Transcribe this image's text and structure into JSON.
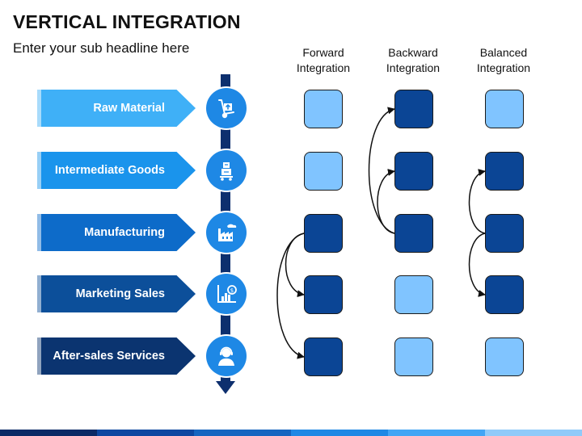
{
  "title": "VERTICAL INTEGRATION",
  "subtitle": "Enter your sub headline here",
  "colors": {
    "light_box": "#80c4ff",
    "dark_box": "#0b4595",
    "spine": "#0d2f6e",
    "icon_circle": "#1e88e5",
    "stage_colors": [
      "#3fb0f7",
      "#1a94ec",
      "#0d6bc9",
      "#0c4f9a",
      "#0b3470"
    ]
  },
  "stages": [
    {
      "label": "Raw Material",
      "icon": "hand-truck-icon"
    },
    {
      "label": "Intermediate Goods",
      "icon": "boxes-trolley-icon"
    },
    {
      "label": "Manufacturing",
      "icon": "factory-icon"
    },
    {
      "label": "Marketing Sales",
      "icon": "sales-chart-icon"
    },
    {
      "label": "After-sales Services",
      "icon": "customer-support-icon"
    }
  ],
  "columns": [
    {
      "title_line1": "Forward",
      "title_line2": "Integration",
      "boxes": [
        "light",
        "light",
        "dark",
        "dark",
        "dark"
      ]
    },
    {
      "title_line1": "Backward",
      "title_line2": "Integration",
      "boxes": [
        "dark",
        "dark",
        "dark",
        "light",
        "light"
      ]
    },
    {
      "title_line1": "Balanced",
      "title_line2": "Integration",
      "boxes": [
        "light",
        "dark",
        "dark",
        "dark",
        "light"
      ]
    }
  ],
  "footer_colors": [
    "#0b2a66",
    "#0d47a1",
    "#1565c0",
    "#1e88e5",
    "#42a5f5",
    "#90caf9"
  ]
}
